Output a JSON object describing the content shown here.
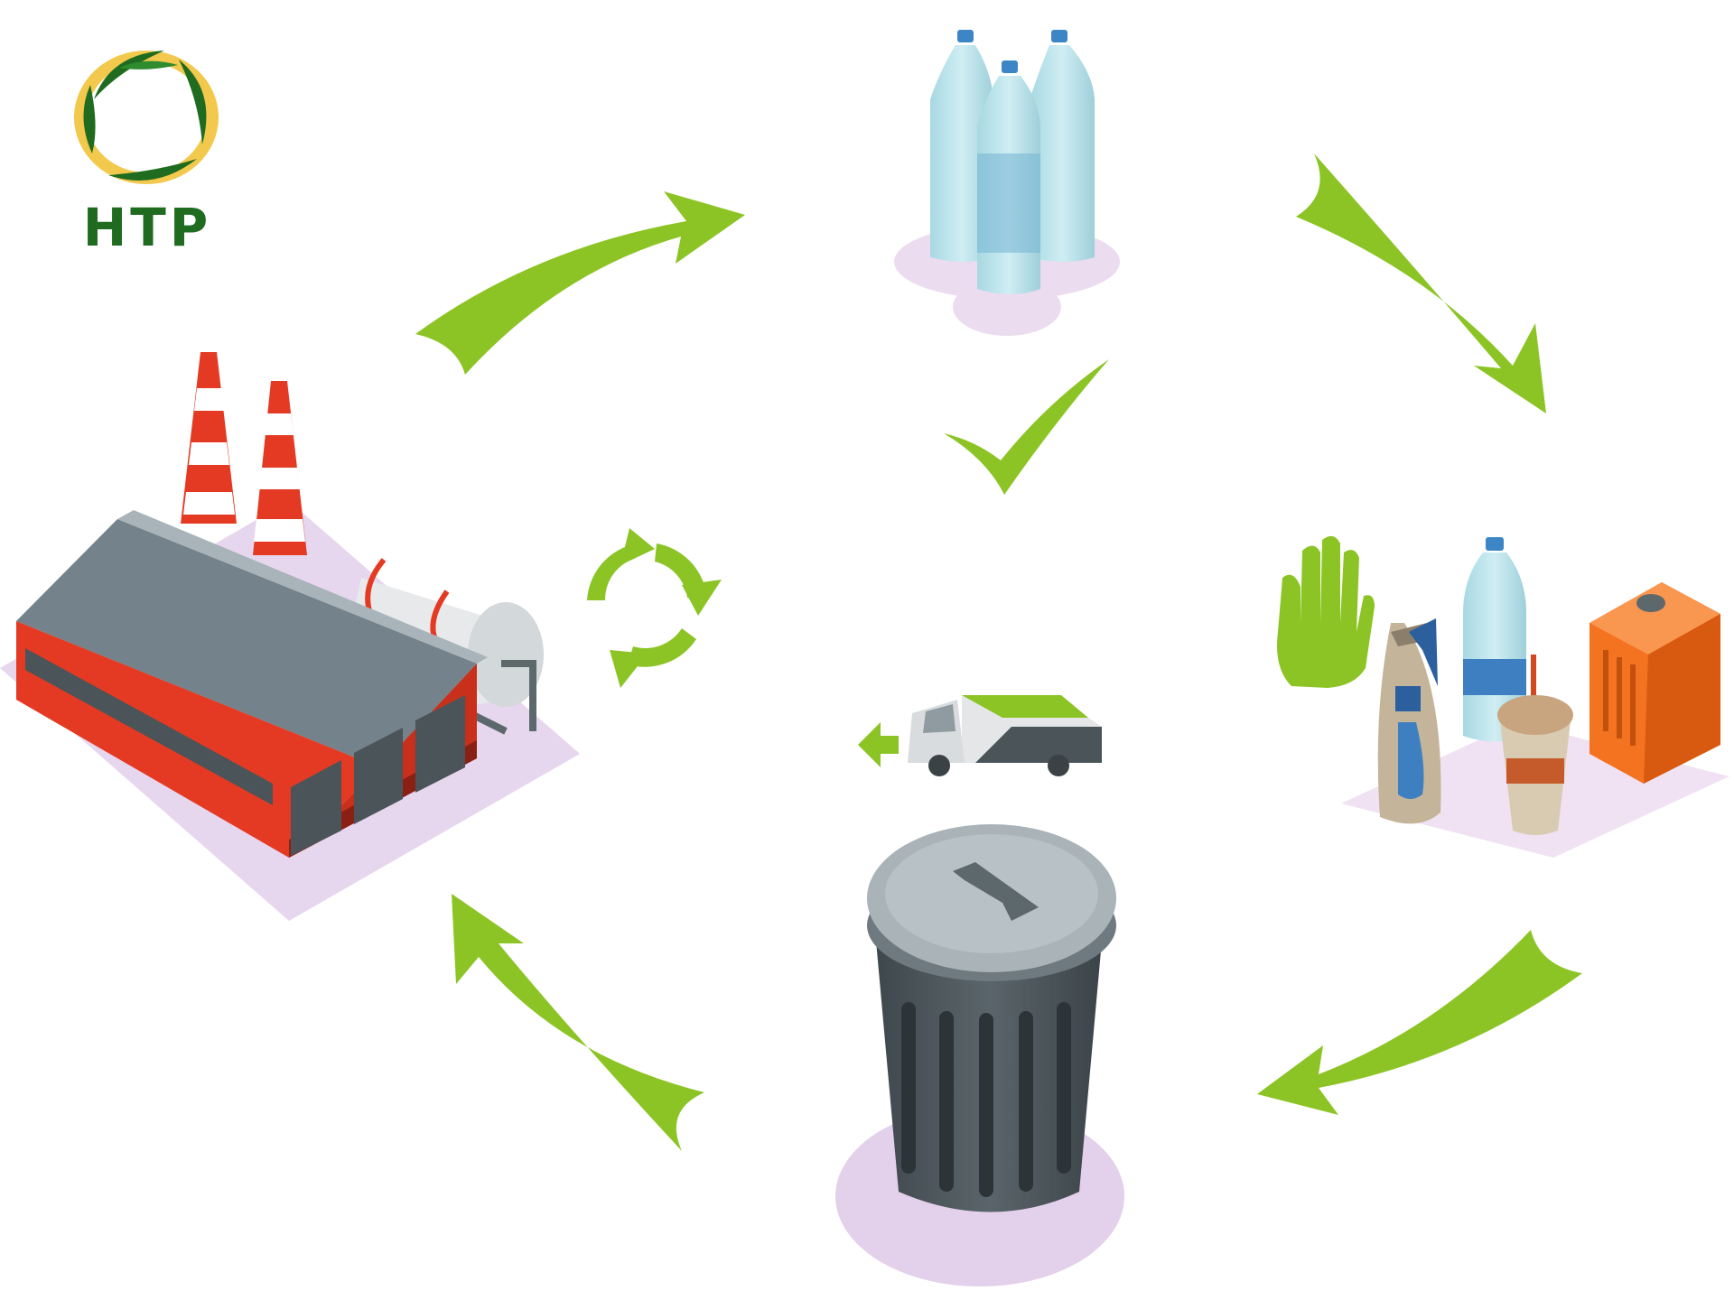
{
  "logo": {
    "text": "HTP",
    "icon": "htp-leaf-ring-logo",
    "colors": {
      "green": "#1f6b1f",
      "yellow": "#f2c94c"
    }
  },
  "diagram": {
    "type": "recycling-cycle",
    "stages": [
      {
        "id": "factory",
        "icon": "factory-icon"
      },
      {
        "id": "plastic-bottles",
        "icon": "plastic-bottles-icon"
      },
      {
        "id": "mixed-waste",
        "icon": "mixed-waste-items-icon",
        "marker": "stop-hand-icon"
      },
      {
        "id": "trash-can",
        "icon": "trash-can-icon"
      }
    ],
    "flow": [
      "factory",
      "plastic-bottles",
      "mixed-waste",
      "trash-can",
      "factory"
    ],
    "extra_icons": [
      "checkmark-icon",
      "recycle-icon",
      "garbage-truck-icon"
    ],
    "colors": {
      "arrow": "#8cc425",
      "base_shadow": "#e6d6ee",
      "factory_wall": "#e43a23",
      "factory_roof": "#74838b",
      "bottle": "#b9e2e9",
      "bin": "#4a5459",
      "jerrycan": "#f47320"
    }
  }
}
